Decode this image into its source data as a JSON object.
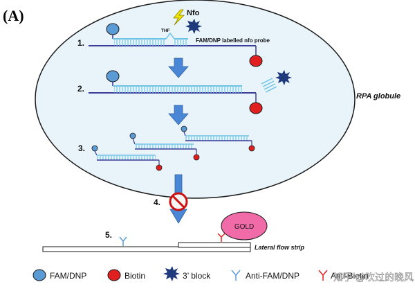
{
  "panel_label": "(A)",
  "globule_label": "RPA globule",
  "steps": [
    "1.",
    "2.",
    "3.",
    "4.",
    "5."
  ],
  "enzyme_label": "Nfo",
  "thf_label": "THF",
  "probe_label": "FAM/DNP labelled nfo probe",
  "gold_label": "GOLD",
  "strip_label": "Lateral flow strip",
  "legend": [
    {
      "label": "FAM/DNP",
      "icon": "blue-oval-icon"
    },
    {
      "label": "Biotin",
      "icon": "red-oval-icon"
    },
    {
      "label": "3’ block",
      "icon": "star-block-icon"
    },
    {
      "label": "Anti-FAM/DNP",
      "icon": "y-antibody-blue-icon"
    },
    {
      "label": "Anti-Biotin",
      "icon": "y-antibody-red-icon"
    }
  ],
  "watermark": "知乎 @吹过的晚风",
  "colors": {
    "globule_fill": "#e8f4fa",
    "strand_dark": "#3a3a9a",
    "strand_light": "#6fc4e6",
    "fam": "#5b9bd5",
    "biotin": "#e02020",
    "arrow": "#4a86d6",
    "gold_fill": "#f06ba8",
    "block_star": "#1f3a7a"
  }
}
